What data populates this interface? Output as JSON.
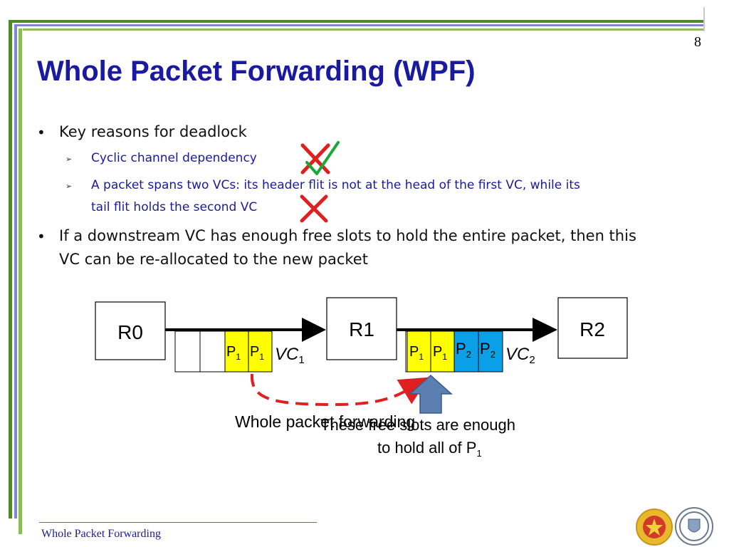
{
  "page_number": "8",
  "title": "Whole Packet Forwarding (WPF)",
  "bullets": [
    {
      "text": "Key reasons for deadlock",
      "subs": [
        "Cyclic channel dependency",
        "A packet spans two VCs: its header flit is not at the head of the first VC, while its",
        "tail flit holds the second VC"
      ]
    },
    {
      "line1": "If a downstream VC has enough free slots to hold the entire packet, then this",
      "line2": "VC can be re-allocated to the new packet"
    }
  ],
  "diagram": {
    "routers": [
      "R0",
      "R1",
      "R2"
    ],
    "packet_labels": {
      "p": "P",
      "sub1": "1",
      "sub2": "2"
    },
    "vc_labels": {
      "vc": "VC",
      "sub1": "1",
      "sub2": "2"
    },
    "caption_forwarding": "Whole packet forwarding",
    "caption_slots_1": "These free slots are enough",
    "caption_slots_2": "to hold all of P",
    "caption_slots_sub": "1"
  },
  "footer": "Whole Packet Forwarding",
  "colors": {
    "title": "#1a1aa0",
    "sub_bullet": "#1a1aa0",
    "cross": "#e02020",
    "check": "#19a838",
    "flit_p1": "#ffff00",
    "flit_p2": "#0aa0e8",
    "dashed_arrow": "#e02020",
    "up_arrow": "#5b7fb0"
  },
  "icons": [
    "cross-icon",
    "check-icon",
    "university-logo",
    "university-of-toronto-logo"
  ]
}
